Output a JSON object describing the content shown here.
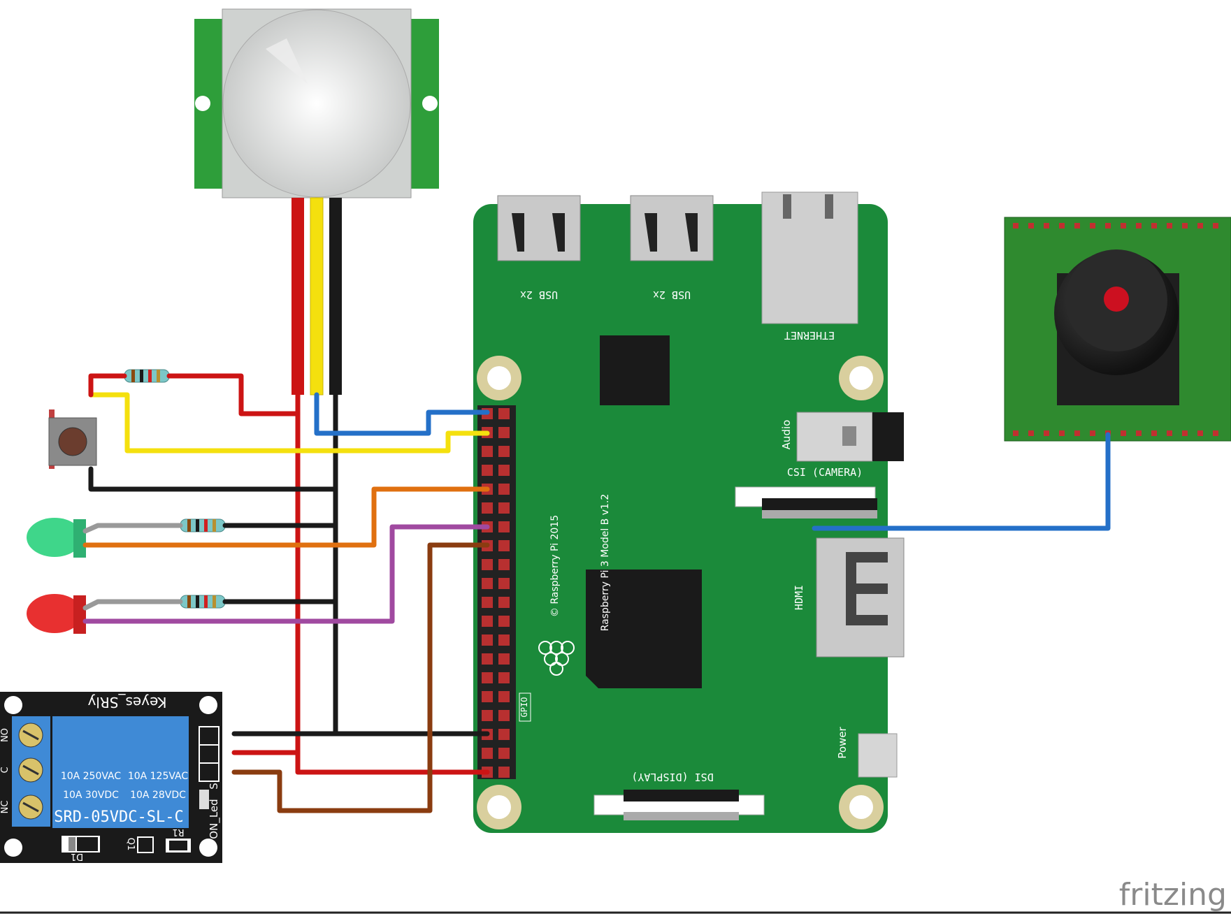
{
  "pi": {
    "model": "Raspberry Pi 3 Model B v1.2",
    "copyright": "© Raspberry Pi 2015",
    "usb1": "USB 2x",
    "usb2": "USB 2x",
    "ethernet": "ETHERNET",
    "audio": "Audio",
    "csi": "CSI (CAMERA)",
    "hdmi": "HDMI",
    "dsi": "DSI (DISPLAY)",
    "power": "Power",
    "gpio": "GPIO"
  },
  "relay": {
    "brand": "Keyes_SRly",
    "rating1": "10A 250VAC",
    "rating2": "10A 125VAC",
    "rating3": "10A  30VDC",
    "rating4": "10A  28VDC",
    "model": "SRD-05VDC-SL-C",
    "no": "NO",
    "c": "C",
    "nc": "NC",
    "led": "ON_Led",
    "s": "S",
    "d1": "D1",
    "q1": "Q1",
    "r1": "R1"
  },
  "watermark": "fritzing",
  "colors": {
    "board_green": "#1b8a3a",
    "pir_green": "#2e9e3a",
    "camera_green": "#2f8a2f",
    "wire_red": "#cc1414",
    "wire_yellow": "#f4e00e",
    "wire_black": "#1a1a1a",
    "wire_blue": "#2470c8",
    "wire_orange": "#e07010",
    "wire_purple": "#a04aa0",
    "wire_brown": "#8a3c10",
    "relay_blue": "#3f8ad6"
  }
}
